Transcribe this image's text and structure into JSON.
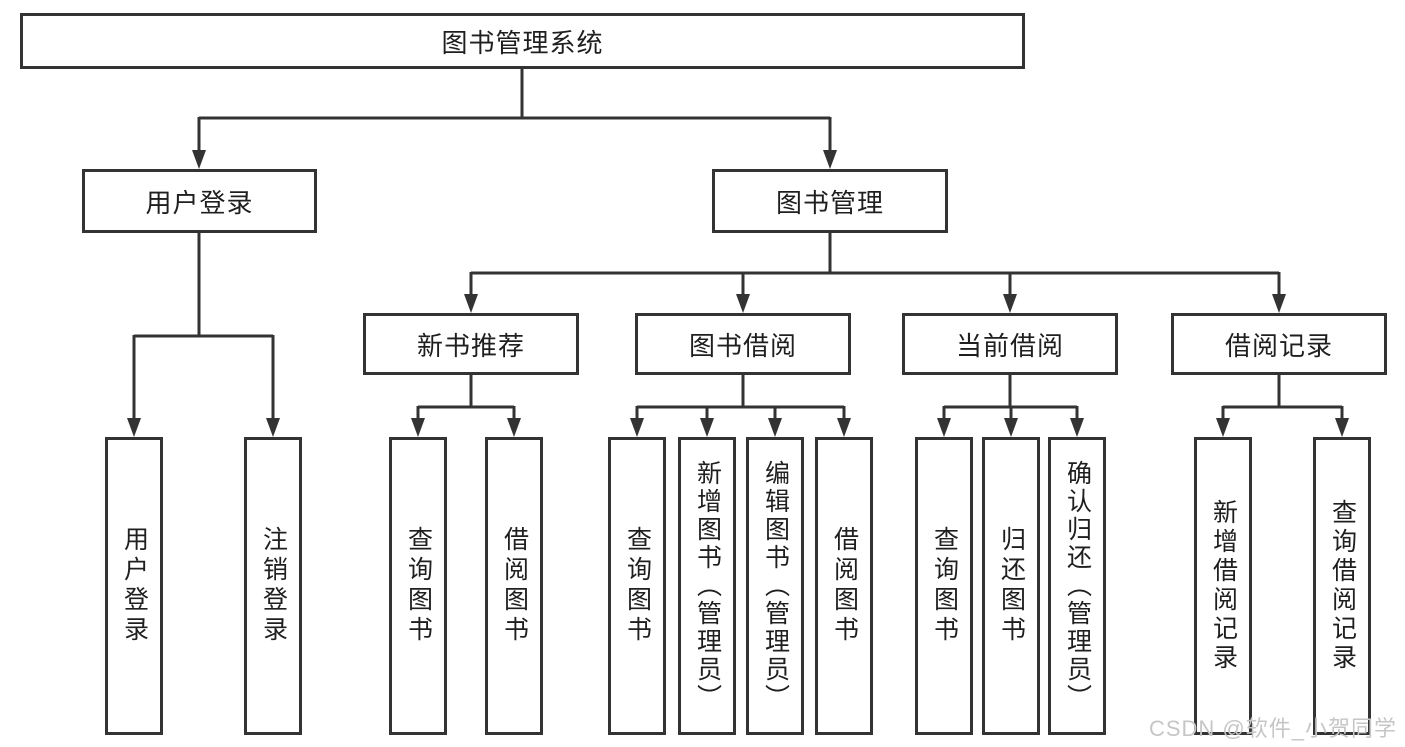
{
  "diagram": {
    "title": "图书管理系统",
    "colors": {
      "line": "#333333",
      "text": "#1f1f1f",
      "watermark": "#c6c6c6",
      "background": "#ffffff"
    },
    "root": {
      "label": "图书管理系统"
    },
    "level2": {
      "user_login": {
        "label": "用户登录"
      },
      "book_management": {
        "label": "图书管理"
      }
    },
    "level3": {
      "new_book_recommend": {
        "label": "新书推荐"
      },
      "book_borrow": {
        "label": "图书借阅"
      },
      "current_borrow": {
        "label": "当前借阅"
      },
      "borrow_records": {
        "label": "借阅记录"
      }
    },
    "leaves": {
      "user_login_leaf": {
        "label": "用户登录"
      },
      "logout_leaf": {
        "label": "注销登录"
      },
      "recommend_query_books": {
        "label": "查询图书"
      },
      "recommend_borrow_books": {
        "label": "借阅图书"
      },
      "borrow_query_books": {
        "label": "查询图书"
      },
      "add_books_admin": {
        "label": "新增图书（管理员）"
      },
      "edit_books_admin": {
        "label": "编辑图书（管理员）"
      },
      "borrow_borrow_books": {
        "label": "借阅图书"
      },
      "current_query_books": {
        "label": "查询图书"
      },
      "return_books": {
        "label": "归还图书"
      },
      "confirm_return_admin": {
        "label": "确认归还（管理员）"
      },
      "add_borrow_record": {
        "label": "新增借阅记录"
      },
      "query_borrow_record": {
        "label": "查询借阅记录"
      }
    },
    "watermark": "CSDN @软件_小贺同学"
  }
}
